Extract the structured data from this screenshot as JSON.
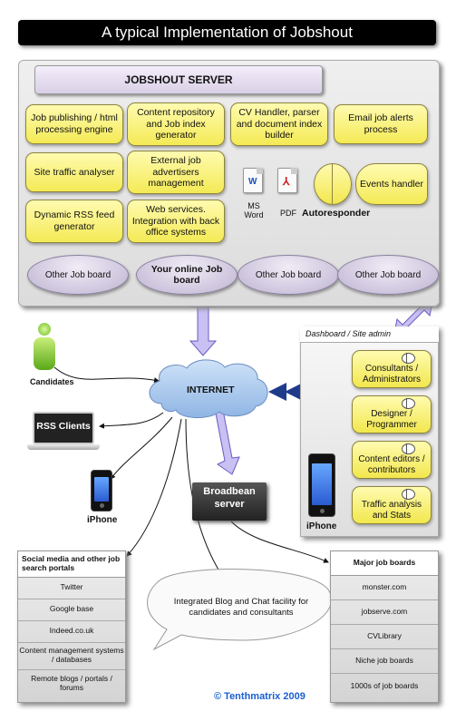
{
  "title": "A typical Implementation of Jobshout",
  "server": {
    "header": "JOBSHOUT SERVER",
    "modules": [
      "Job publishing / html processing engine",
      "Content repository and Job index generator",
      "CV Handler, parser and document index builder",
      "Email job alerts process",
      "Site traffic analyser",
      "External job advertisers management",
      "Dynamic RSS feed generator",
      "Web services. Integration with back office systems"
    ],
    "doc_ms_word": "MS Word",
    "doc_pdf": "PDF",
    "autoresponder": "Autoresponder",
    "events_handler": "Events handler",
    "job_boards": [
      "Other Job board",
      "Your online Job board",
      "Other Job board",
      "Other Job board"
    ]
  },
  "network": {
    "candidates": "Candidates",
    "rss_clients": "RSS Clients",
    "internet": "INTERNET",
    "broadbean": "Broadbean server",
    "iphone": "iPhone",
    "blog_bubble": "Integrated Blog and Chat facility for candidates and consultants"
  },
  "dashboard": {
    "title": "Dashboard / Site admin",
    "roles": [
      "Consultants / Administrators",
      "Designer / Programmer",
      "Content editors / contributors",
      "Traffic analysis and Stats"
    ],
    "iphone": "iPhone"
  },
  "social": {
    "title": "Social media and other job search portals",
    "items": [
      "Twitter",
      "Google base",
      "Indeed.co.uk",
      "Content management systems / databases",
      "Remote blogs / portals / forums"
    ]
  },
  "major": {
    "title": "Major job boards",
    "items": [
      "monster.com",
      "jobserve.com",
      "CVLibrary",
      "Niche job boards",
      "1000s of job boards"
    ]
  },
  "copyright": "© Tenthmatrix 2009",
  "colors": {
    "accent_yellow": "#f4ea55",
    "oval_purple": "#bfb4d2",
    "cloud_blue": "#9fc2ea",
    "arrow_blue": "#b9aaf0",
    "triangle_navy": "#1e3a8a",
    "copyright_blue": "#1a5fd1"
  }
}
